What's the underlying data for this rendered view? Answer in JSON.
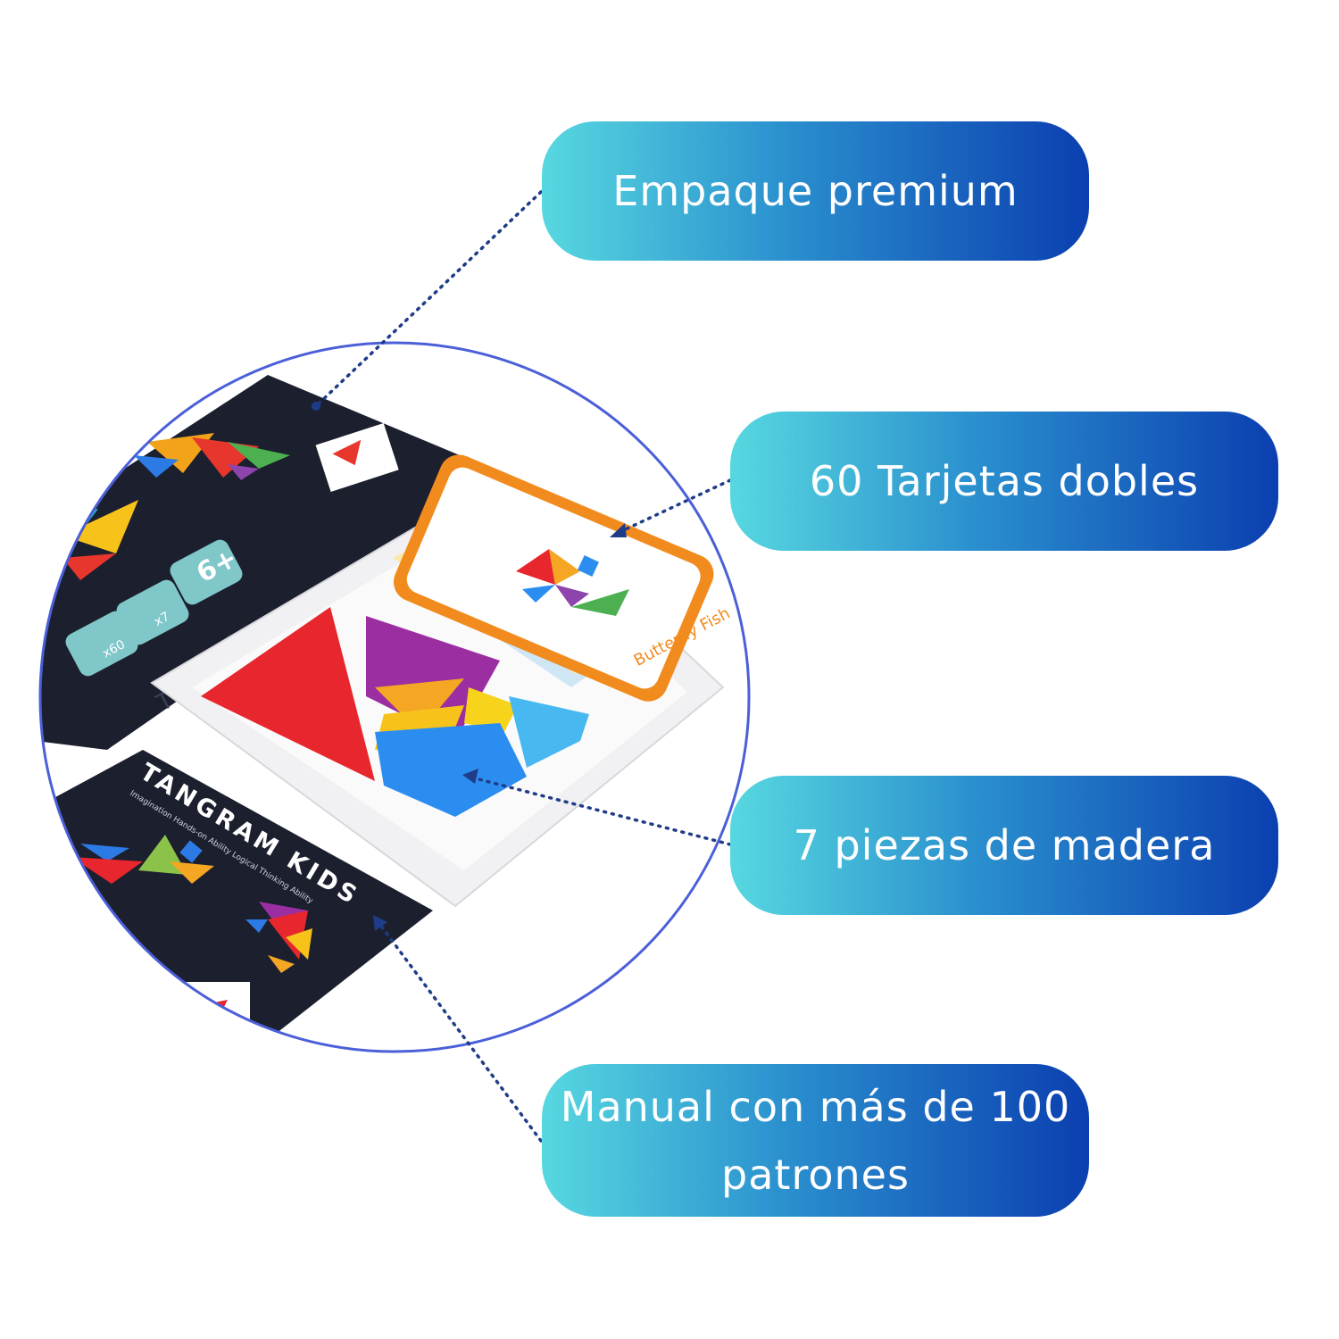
{
  "callouts": [
    {
      "label": "Empaque premium"
    },
    {
      "label": "60 Tarjetas dobles"
    },
    {
      "label": "7 piezas de madera"
    },
    {
      "label": "Manual con más de 100 patrones"
    }
  ],
  "product": {
    "manual_title": "TANGRAM KIDS",
    "manual_subtitle": "Imagination   Hands-on Ability  Logical Thinking Ability",
    "box_brand": "TANGRAM",
    "card_label": "Butterfly Fish",
    "badge_age": "6+",
    "badge_cards": "x60",
    "badge_pieces": "x7"
  },
  "colors": {
    "pill_start": "#57d8e0",
    "pill_mid": "#2a8fce",
    "pill_end": "#0b3fb0",
    "circle_outline": "#4b5fd8",
    "connector": "#1f3c88",
    "box_dark": "#1c1f2e"
  }
}
